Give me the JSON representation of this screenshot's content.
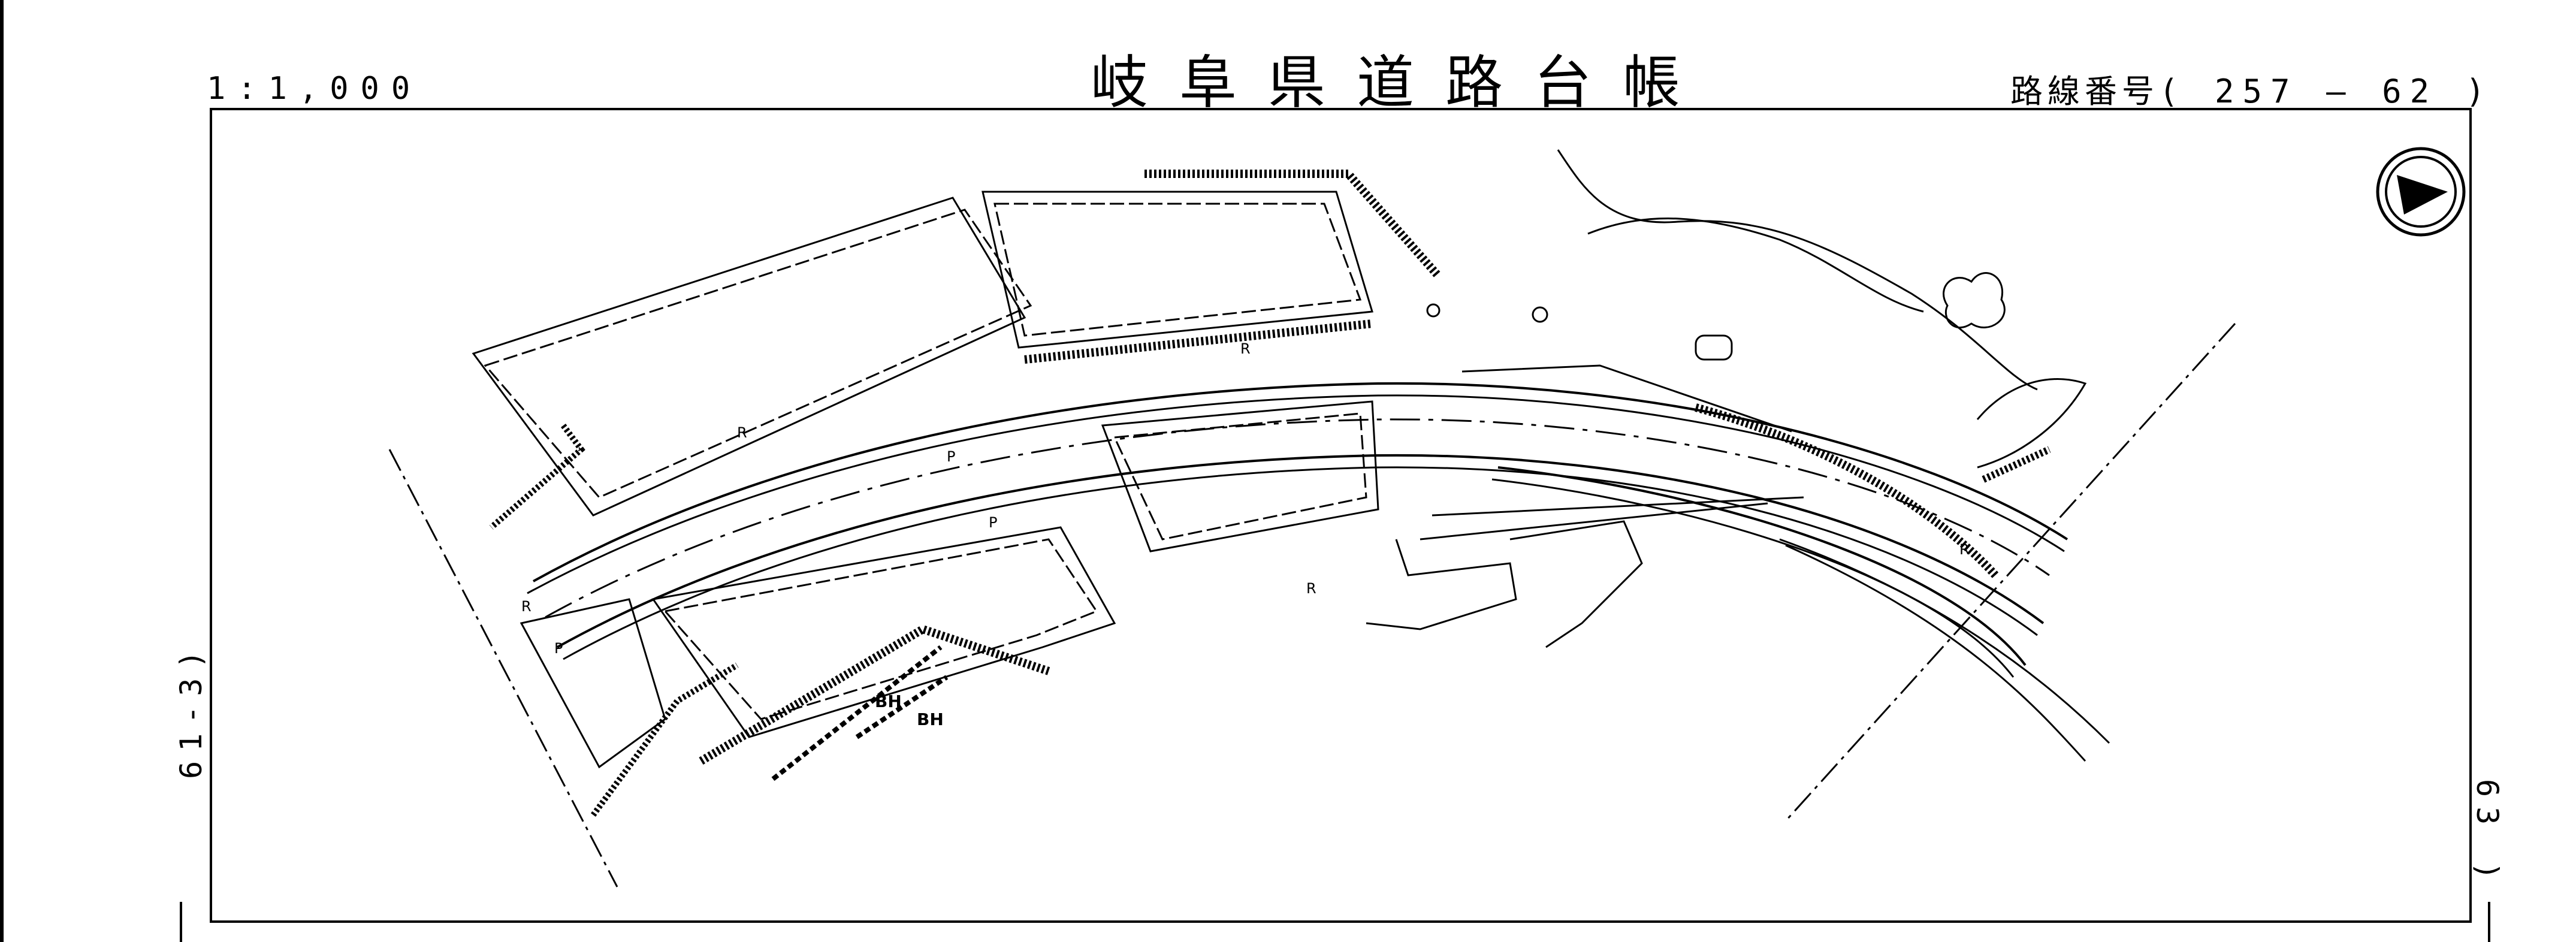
{
  "header": {
    "scale": "1:1,000",
    "title": "岐阜県道路台帳",
    "route_label": "路線番号",
    "route_open": "(",
    "route_number": "257",
    "route_sep": "—",
    "route_sheet": "62",
    "route_close": ")"
  },
  "margins": {
    "left_sheet_ref": "61-3)",
    "right_sheet_ref": "63 )"
  },
  "map_labels": {
    "bh_1": "BH",
    "bh_2": "BH",
    "r_1": "R",
    "r_2": "R",
    "r_3": "R",
    "r_4": "R",
    "r_5": "R",
    "p_1": "P",
    "p_2": "P",
    "p_3": "P"
  },
  "icons": {
    "north_arrow": "north-arrow-icon"
  },
  "colors": {
    "ink": "#000000",
    "paper": "#ffffff"
  }
}
